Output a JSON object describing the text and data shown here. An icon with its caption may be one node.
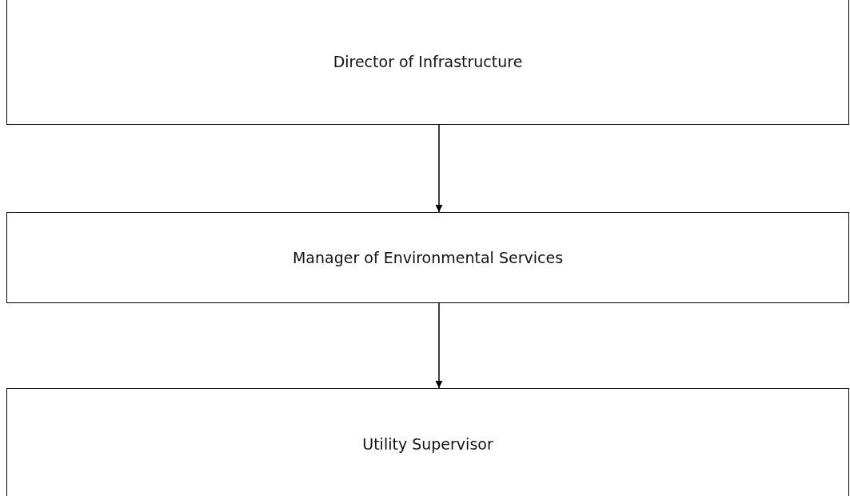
{
  "diagram": {
    "nodes": [
      {
        "text": [
          "Director of Infrastructure"
        ]
      },
      {
        "text": [
          "Manager of Environmental Services"
        ]
      },
      {
        "text": [
          "Utility Supervisor"
        ]
      }
    ],
    "edges": [
      {
        "from": 0,
        "to": 1,
        "arrow": "to"
      },
      {
        "from": 1,
        "to": 2,
        "arrow": "to"
      }
    ]
  }
}
